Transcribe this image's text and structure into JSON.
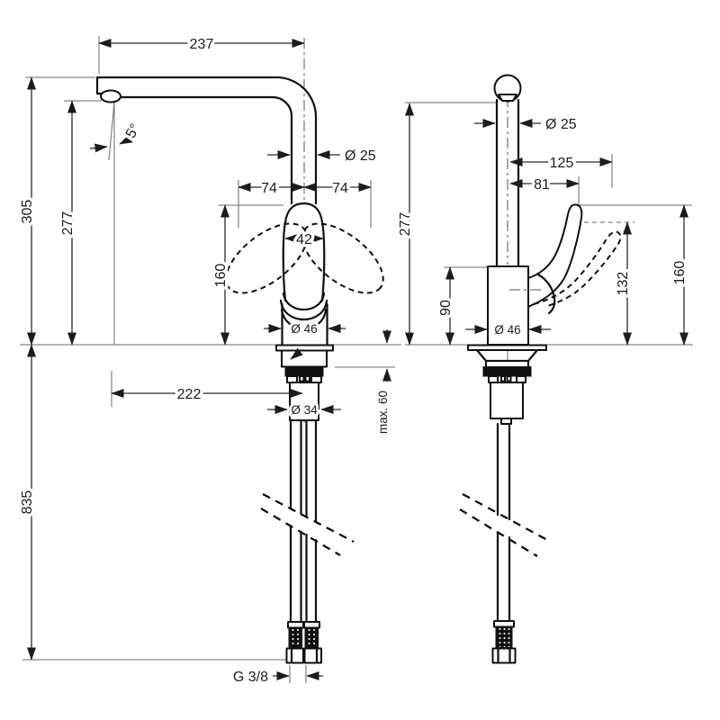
{
  "drawing": {
    "subject": "kitchen-mixer-tap-dimension-drawing",
    "views": [
      "front-elevation",
      "side-elevation"
    ],
    "colors": {
      "line": "#101010",
      "dimension": "#2b2b2b",
      "background": "#ffffff"
    }
  },
  "front": {
    "dims": {
      "spout_reach": "237",
      "spout_angle": "5°",
      "total_height": "305",
      "outlet_height": "277",
      "swivel_left": "74",
      "swivel_right": "74",
      "spout_dia": "Ø 25",
      "handle_width": "42",
      "handle_height": "160",
      "body_dia": "Ø 46",
      "outlet_offset": "222",
      "shank_dia": "Ø 34",
      "max_deck_thickness": "max. 60",
      "hose_length": "835",
      "thread": "G 3/8"
    }
  },
  "side": {
    "dims": {
      "spout_dia": "Ø 25",
      "handle_reach_open": "125",
      "handle_reach": "81",
      "outlet_height": "277",
      "body_height": "90",
      "body_dia": "Ø 46",
      "handle_open_height": "132",
      "handle_height": "160"
    }
  }
}
